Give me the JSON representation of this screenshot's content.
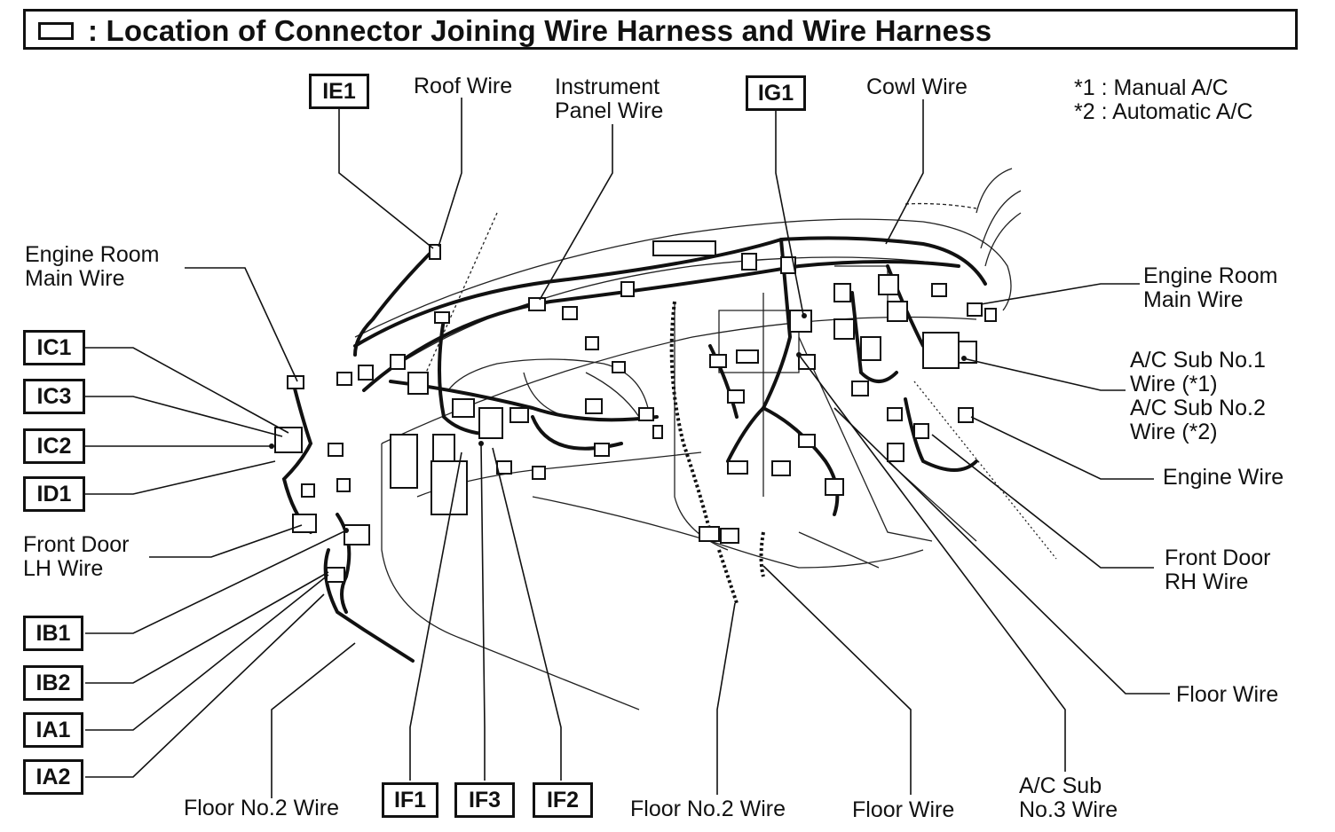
{
  "title": ": Location of Connector Joining Wire Harness and Wire Harness",
  "notes": [
    "*1 : Manual A/C",
    "*2 : Automatic A/C"
  ],
  "connectors": {
    "ie1": "IE1",
    "ig1": "IG1",
    "ic1": "IC1",
    "ic3": "IC3",
    "ic2": "IC2",
    "id1": "ID1",
    "ib1": "IB1",
    "ib2": "IB2",
    "ia1": "IA1",
    "ia2": "IA2",
    "if1": "IF1",
    "if3": "IF3",
    "if2": "IF2"
  },
  "wires": {
    "roof": "Roof Wire",
    "instrument_panel": [
      "Instrument",
      "Panel Wire"
    ],
    "cowl": "Cowl Wire",
    "engine_room_main_left": [
      "Engine Room",
      "Main Wire"
    ],
    "engine_room_main_right": [
      "Engine Room",
      "Main Wire"
    ],
    "ac_sub": [
      "A/C Sub No.1",
      "Wire (*1)",
      "A/C Sub No.2",
      "Wire (*2)"
    ],
    "engine": "Engine Wire",
    "front_door_lh": [
      "Front Door",
      "LH Wire"
    ],
    "front_door_rh": [
      "Front Door",
      "RH Wire"
    ],
    "floor_right": "Floor Wire",
    "floor_no2_left": "Floor No.2 Wire",
    "floor_no2_center": "Floor No.2 Wire",
    "floor_bottom": "Floor Wire",
    "ac_sub_no3": [
      "A/C Sub",
      "No.3 Wire"
    ]
  }
}
